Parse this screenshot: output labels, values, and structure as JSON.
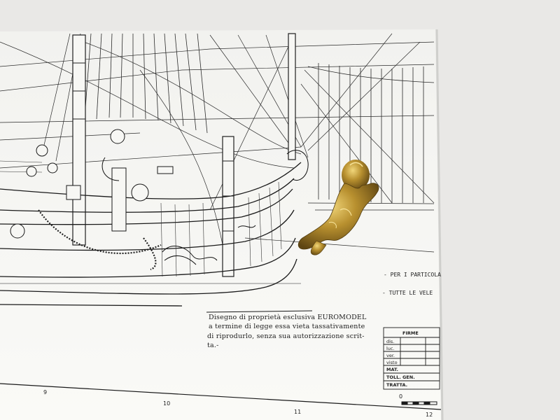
{
  "notice": {
    "line1_prefix": "Disegno di proprietà esclusiva ",
    "brand": "EUROMODEL",
    "line2": "a termine di legge essa vieta tassativamente",
    "line3": "di riprodurlo, senza sua autorizzazione scrit-",
    "line4": "ta.-"
  },
  "side_notes": {
    "note1": "- PER I PARTICOLA",
    "note2": "- TUTTE LE VELE"
  },
  "title_block": {
    "header": "FIRME",
    "rows": [
      "dis.",
      "luc.",
      "ver.",
      "visto"
    ],
    "mat": "MAT.",
    "toll": "TOLL. GEN.",
    "tratta": "TRATTA."
  },
  "grid_numbers": [
    "9",
    "10",
    "11",
    "12"
  ],
  "scale_zero": "0",
  "colors": {
    "background": "#e9e8e6",
    "paper": "#f7f7f4",
    "ink": "#1f1f1f",
    "brass": "#b08a2e"
  }
}
